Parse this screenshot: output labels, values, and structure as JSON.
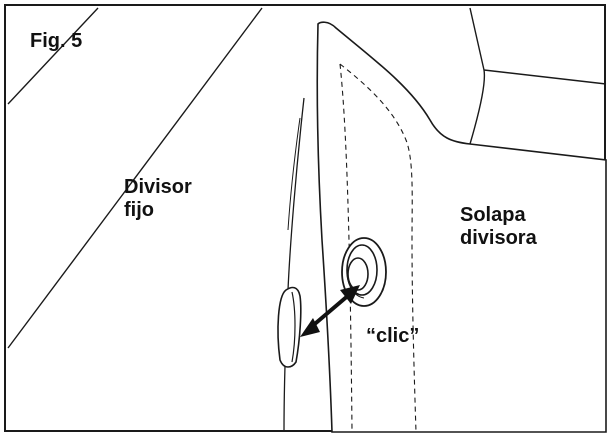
{
  "figure": {
    "label": "Fig. 5"
  },
  "labels": {
    "fixed_divider_line1": "Divisor",
    "fixed_divider_line2": "fijo",
    "flap_line1": "Solapa",
    "flap_line2": "divisora",
    "click": "“clic”"
  },
  "icons": {
    "arrow": "double-headed-arrow"
  },
  "colors": {
    "ink": "#111111",
    "paper": "#ffffff"
  }
}
